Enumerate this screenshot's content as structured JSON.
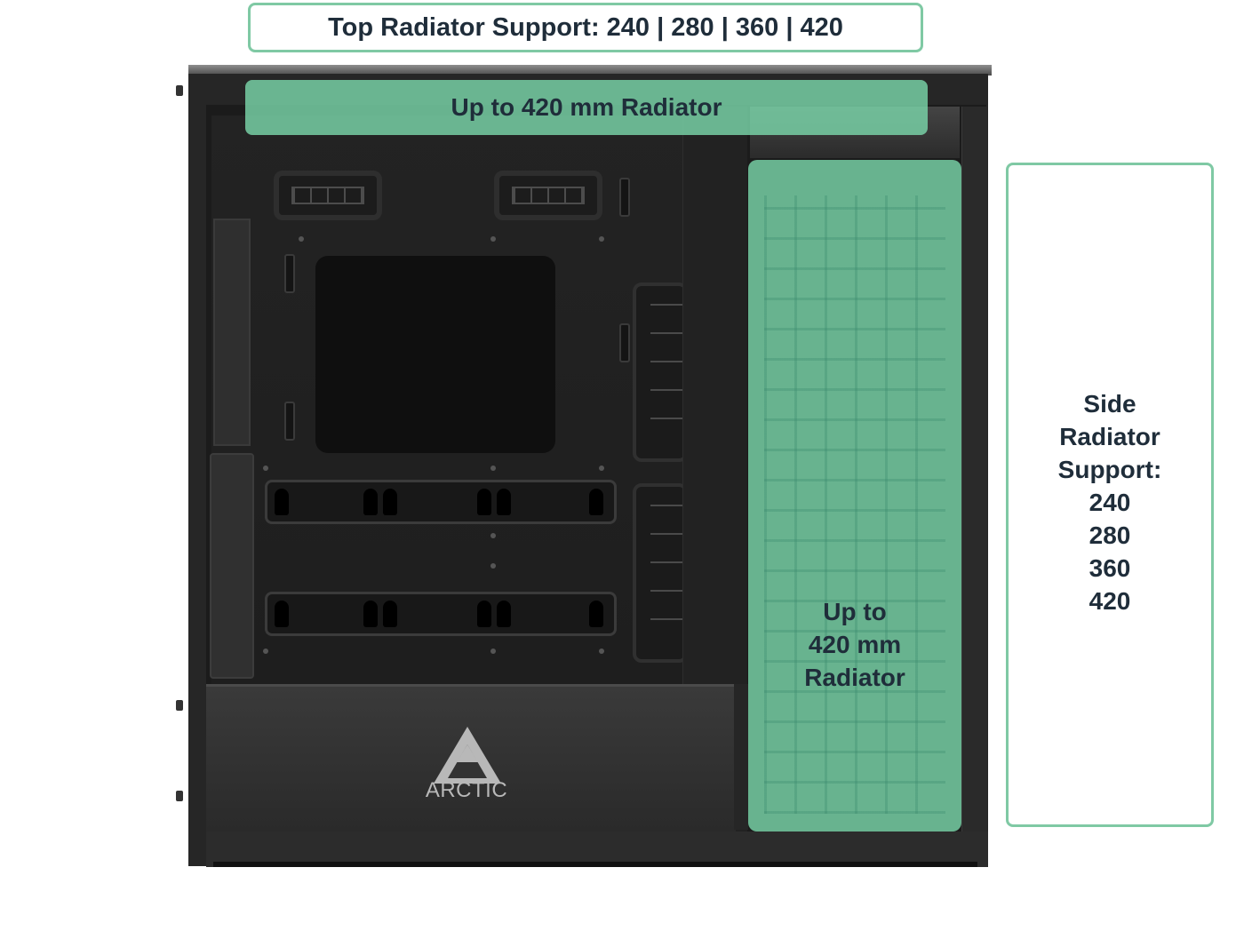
{
  "top_label": {
    "text": "Top Radiator Support: 240 | 280 | 360 | 420"
  },
  "top_radiator": {
    "text": "Up to 420 mm Radiator"
  },
  "side_radiator": {
    "lines": [
      "Up to",
      "420 mm",
      "Radiator"
    ]
  },
  "side_label": {
    "lines": [
      "Side",
      "Radiator",
      "Support:",
      "240",
      "280",
      "360",
      "420"
    ]
  },
  "brand": {
    "name": "ARCTIC"
  },
  "colors": {
    "overlay_fill": "#7ad5aa",
    "overlay_border": "#7fc9a4",
    "label_text": "#1f2d3a",
    "case_body": "#262626"
  }
}
